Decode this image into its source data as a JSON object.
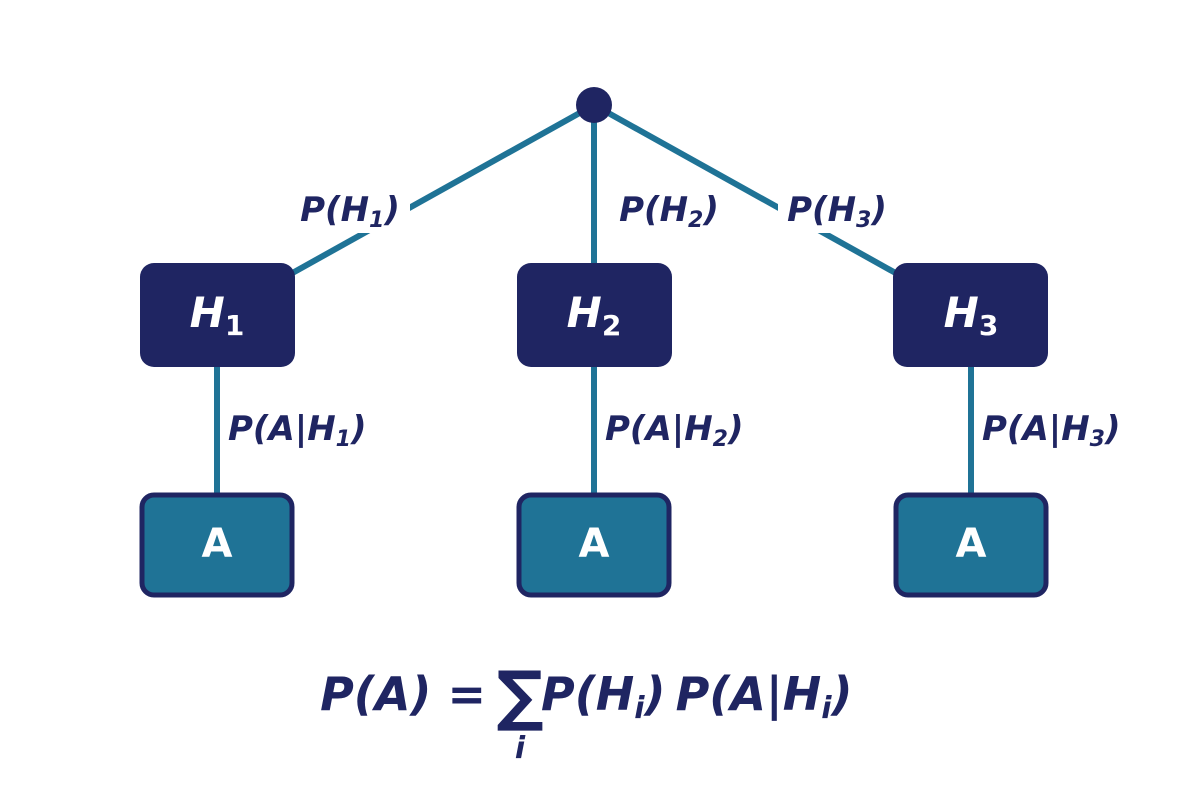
{
  "diagram": {
    "hypotheses": [
      {
        "var": "H",
        "sub": "1",
        "prob": {
          "pre": "P(H",
          "sub": "1",
          "post": ")"
        },
        "cond": {
          "pre": "P(A|H",
          "sub": "1",
          "post": ")"
        },
        "outcome": "A"
      },
      {
        "var": "H",
        "sub": "2",
        "prob": {
          "pre": "P(H",
          "sub": "2",
          "post": ")"
        },
        "cond": {
          "pre": "P(A|H",
          "sub": "2",
          "post": ")"
        },
        "outcome": "A"
      },
      {
        "var": "H",
        "sub": "3",
        "prob": {
          "pre": "P(H",
          "sub": "3",
          "post": ")"
        },
        "cond": {
          "pre": "P(A|H",
          "sub": "3",
          "post": ")"
        },
        "outcome": "A"
      }
    ],
    "formula": {
      "lhs": "P(A) =",
      "sigma": "∑",
      "index": "i",
      "term1": {
        "pre": "P(H",
        "sub": "i",
        "post": ")"
      },
      "term2": {
        "pre": "P(A|H",
        "sub": "i",
        "post": ")"
      }
    },
    "colors": {
      "dark": "#1f2562",
      "teal": "#1f7396",
      "background": "#ffffff"
    }
  }
}
